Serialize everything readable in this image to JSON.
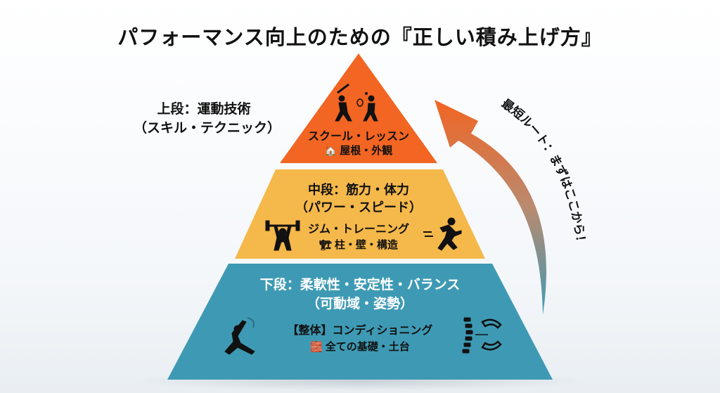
{
  "title": "パフォーマンス向上のための『正しい積み上げ方』",
  "top_tier": {
    "label_line1": "上段：運動技術",
    "label_line2": "（スキル・テクニック）",
    "method": "スクール・レッスン",
    "metaphor": "屋根・外観",
    "color": "#f26522"
  },
  "middle_tier": {
    "label_line1": "中段：筋力・体力",
    "label_line2": "（パワー・スピード）",
    "method": "ジム・トレーニング",
    "metaphor": "柱・壁・構造",
    "color": "#f5b84a"
  },
  "bottom_tier": {
    "label_line1": "下段：柔軟性・安定性・バランス",
    "label_line2": "（可動域・姿勢）",
    "method": "【整体】コンディショニング",
    "metaphor": "全ての基礎・土台",
    "color": "#3e9ab4"
  },
  "arrow": {
    "label": "最短ルート：まずはここから！",
    "color_start": "#3e9ab4",
    "color_end": "#f26522"
  }
}
